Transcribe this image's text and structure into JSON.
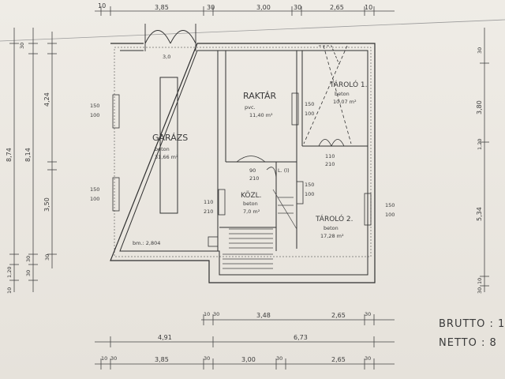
{
  "rooms": {
    "garazs": {
      "name": "GARÁZS",
      "floor": "beton",
      "area": "31,66 m²"
    },
    "raktar": {
      "name": "RAKTÁR",
      "floor": "pvc.",
      "area": "11,40 m²"
    },
    "tarolo1": {
      "name": "TÁROLÓ 1.",
      "floor": "beton",
      "area": "10,07 m²"
    },
    "kozl": {
      "name": "KÖZL.",
      "floor": "beton",
      "area": "7,0 m²"
    },
    "tarolo2": {
      "name": "TÁROLÓ 2.",
      "floor": "beton",
      "area": "17,28 m²"
    }
  },
  "labels": {
    "bm": "bm.: 2,804",
    "brutto": "BRUTTO : 1",
    "netto": "NETTO : 8",
    "window_left_top": [
      "150",
      "100"
    ],
    "window_left_bottom": [
      "150",
      "100"
    ],
    "window_mid": [
      "110",
      "210"
    ],
    "window_right": [
      "150",
      "100"
    ],
    "window_raktar": [
      "150",
      "100"
    ],
    "window_right_side": [
      "150",
      "100"
    ],
    "door_small": [
      "90",
      "210"
    ],
    "door_tarolo": [
      "110",
      "210"
    ],
    "lift": "L. (l)"
  },
  "dims": {
    "top_row": [
      "10",
      "3,85",
      "30",
      "3,00",
      "30",
      "2,65",
      "10"
    ],
    "bottom_row1": [
      "10",
      "30",
      "3,48",
      "2,65",
      "30"
    ],
    "bottom_row2": [
      "4,91",
      "6,73"
    ],
    "bottom_row3": [
      "10",
      "30",
      "3,85",
      "30",
      "3,00",
      "30",
      "2,65",
      "30"
    ],
    "left_col": [
      "30",
      "8,74",
      "8,14",
      "4,24",
      "3,50",
      "30",
      "1,20",
      "30",
      "30",
      "10"
    ],
    "right_col": [
      "30",
      "3,80",
      "5,34",
      "1,20",
      "10",
      "30"
    ]
  }
}
